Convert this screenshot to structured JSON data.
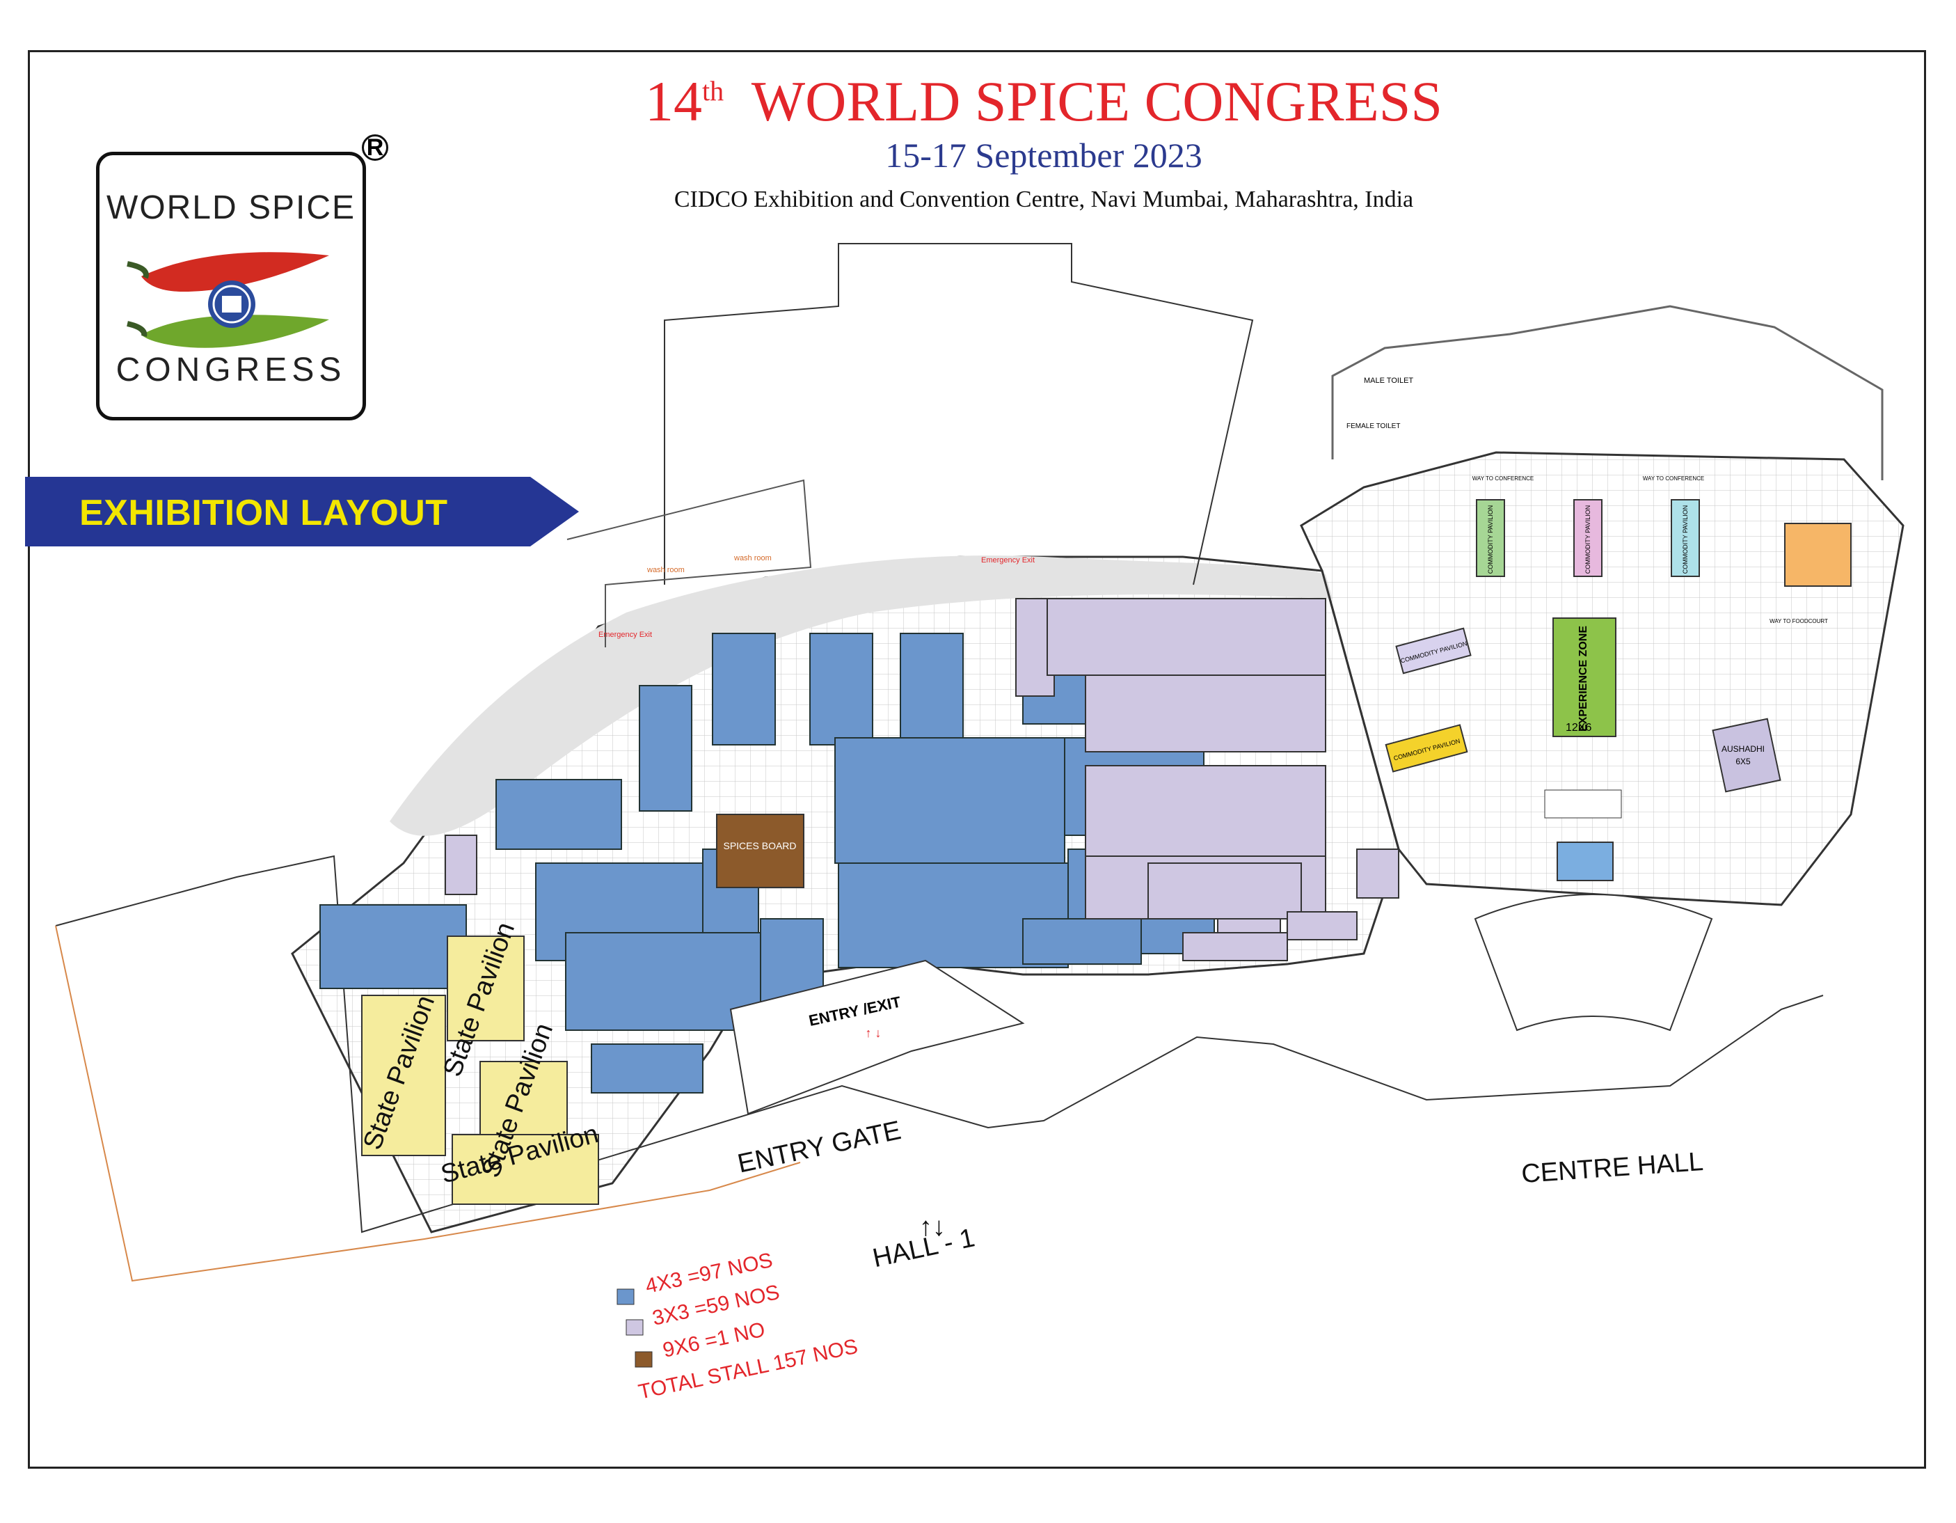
{
  "header": {
    "title_num": "14",
    "title_sup": "th",
    "title_text": "WORLD SPICE CONGRESS",
    "dates": "15-17 September 2023",
    "venue": "CIDCO Exhibition and Convention Centre, Navi Mumbai, Maharashtra, India"
  },
  "logo": {
    "top": "WORLD SPICE",
    "bottom": "CONGRESS",
    "reg": "R"
  },
  "banner": {
    "label": "EXHIBITION LAYOUT"
  },
  "colors": {
    "stall_4x3": "#6b96cc",
    "stall_3x3": "#cfc7e2",
    "stall_9x6": "#8c5a2b",
    "state": "#f5ec9d",
    "title": "#e3262b",
    "banner": "#253694"
  },
  "map_labels": {
    "entry_exit": "ENTRY /EXIT",
    "entry_gate": "ENTRY GATE",
    "hall": "HALL - 1",
    "centre_hall": "CENTRE HALL",
    "state_pavilion_1": "State Pavilion",
    "state_pavilion_2": "State Pavilion",
    "state_pavilion_3": "State Pavilion",
    "state_pavilion_4": "State Pavilion",
    "spices_board": "SPICES BOARD",
    "experience_zone": "EXPERIENCE ZONE",
    "experience_size": "12X6",
    "commodity_pavilion_1": "COMMODITY PAVILION",
    "commodity_pavilion_2": "COMMODITY PAVILION",
    "commodity_pavilion_3": "COMMODITY PAVILION",
    "commodity_pavilion_4": "COMMODITY PAVILION",
    "commodity_pavilion_5": "COMMODITY PAVILION",
    "aushadhi": "AUSHADHI",
    "aushadhi_size": "6X5",
    "male_toilet": "MALE TOILET",
    "female_toilet": "FEMALE TOILET",
    "way_conf_1": "WAY TO CONFERENCE",
    "way_conf_2": "WAY TO CONFERENCE",
    "way_food": "WAY TO FOODCOURT",
    "emergency_1": "Emergency Exit",
    "emergency_2": "Emergency Exit",
    "wash_1": "wash room",
    "wash_2": "wash room"
  },
  "legend": {
    "l1": "4X3 =97 NOS",
    "l2": "3X3 =59 NOS",
    "l3": "9X6 =1 NO",
    "total": "TOTAL STALL 157 NOS"
  }
}
